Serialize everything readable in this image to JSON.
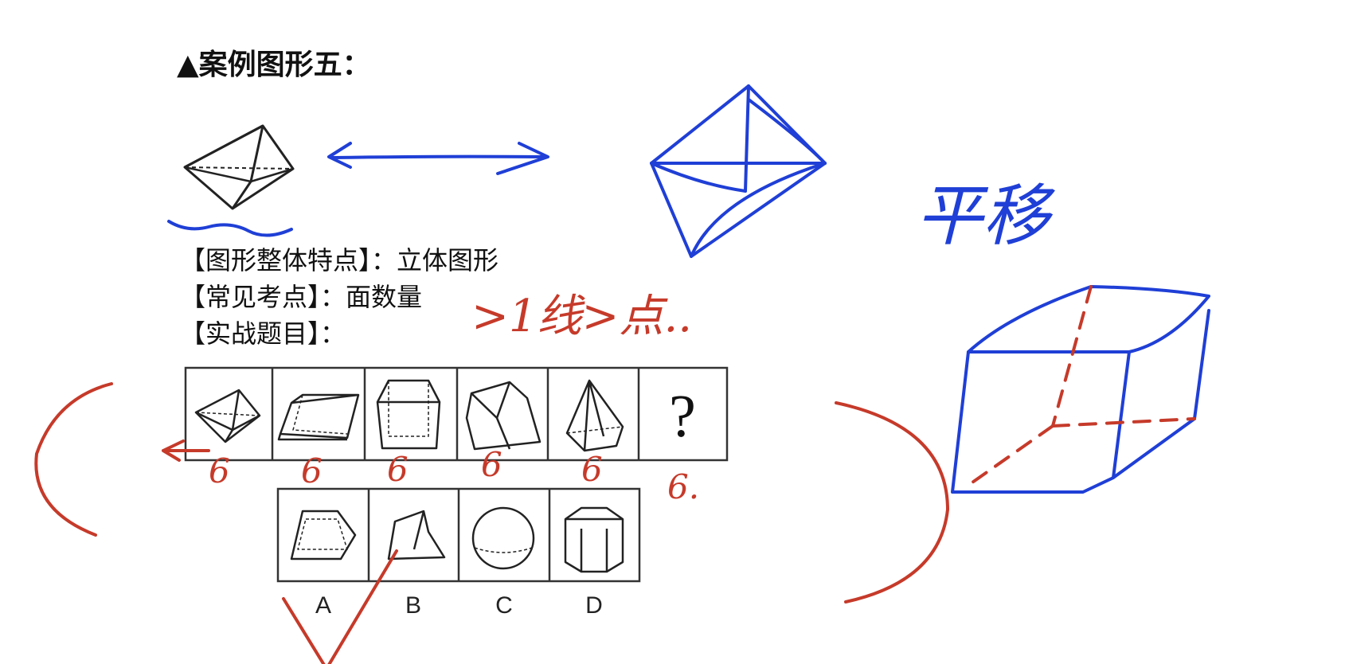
{
  "heading": "▲案例图形五：",
  "lines": {
    "feature": "【图形整体特点】：立体图形",
    "testpoint": "【常见考点】：面数量",
    "practice": "【实战题目】："
  },
  "question_mark": "?",
  "options": [
    "A",
    "B",
    "C",
    "D"
  ],
  "handwriting": {
    "translation_note": "平移",
    "face_count_marks": [
      "6",
      "6",
      "6",
      "6",
      "6",
      "6."
    ],
    "derivation_note": ">1线>点.."
  },
  "colors": {
    "ink_blue": "#1f3fd6",
    "ink_red": "#c63a2a",
    "figure_ink": "#222222"
  }
}
